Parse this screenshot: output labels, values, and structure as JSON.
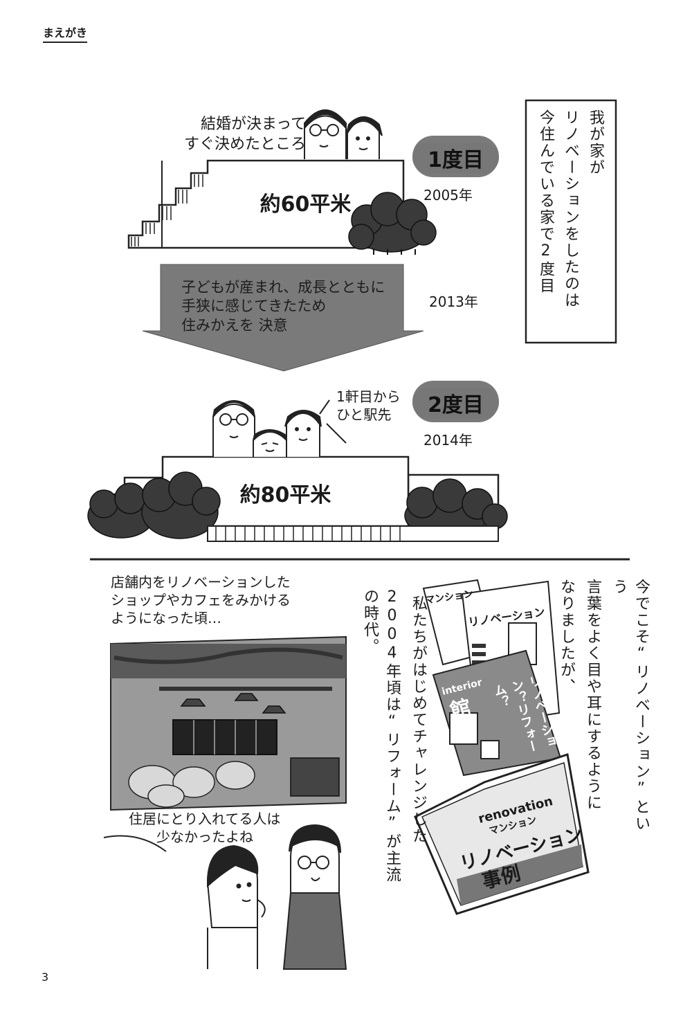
{
  "header": "まえがき",
  "page_number": "3",
  "first": {
    "caption": [
      "結婚が決まって",
      "すぐ決めたところ"
    ],
    "badge": "1度目",
    "year": "2005年",
    "area": "約60平米"
  },
  "transition": {
    "lines": [
      "子どもが産まれ、成長とともに",
      "手狭に感じてきたため",
      "住みかえを 決意"
    ],
    "year": "2013年"
  },
  "second": {
    "caption": [
      "1軒目から",
      "ひと駅先"
    ],
    "badge": "2度目",
    "year": "2014年",
    "area": "約80平米"
  },
  "boxed_note": [
    "我が家が",
    "リノベーションをしたのは",
    "今住んでいる家で2度目"
  ],
  "shop_caption": [
    "店舗内をリノベーションした",
    "ショップやカフェをみかける",
    "ようになった頃…"
  ],
  "dialogue": [
    "住居にとり入れてる人は",
    "少なかったよね"
  ],
  "vertical_mid": [
    "2004年頃は“リフォーム”が主流の時代。",
    "私たちがはじめてチャレンジした"
  ],
  "vertical_right": [
    "今でこそ“リノベーション”という",
    "言葉をよく目や耳にするように",
    "なりましたが、"
  ],
  "magazines": {
    "mag1_title": "マンション",
    "mag1_sub": "リノベーション",
    "mag2_en": "interior",
    "mag2_big": "館",
    "mag2_vertical": "リノベーション？リフォーム？",
    "tablet_en": "renovation",
    "tablet_sub": "マンション",
    "tablet_big": "リノベーション",
    "tablet_big2": "事例"
  }
}
